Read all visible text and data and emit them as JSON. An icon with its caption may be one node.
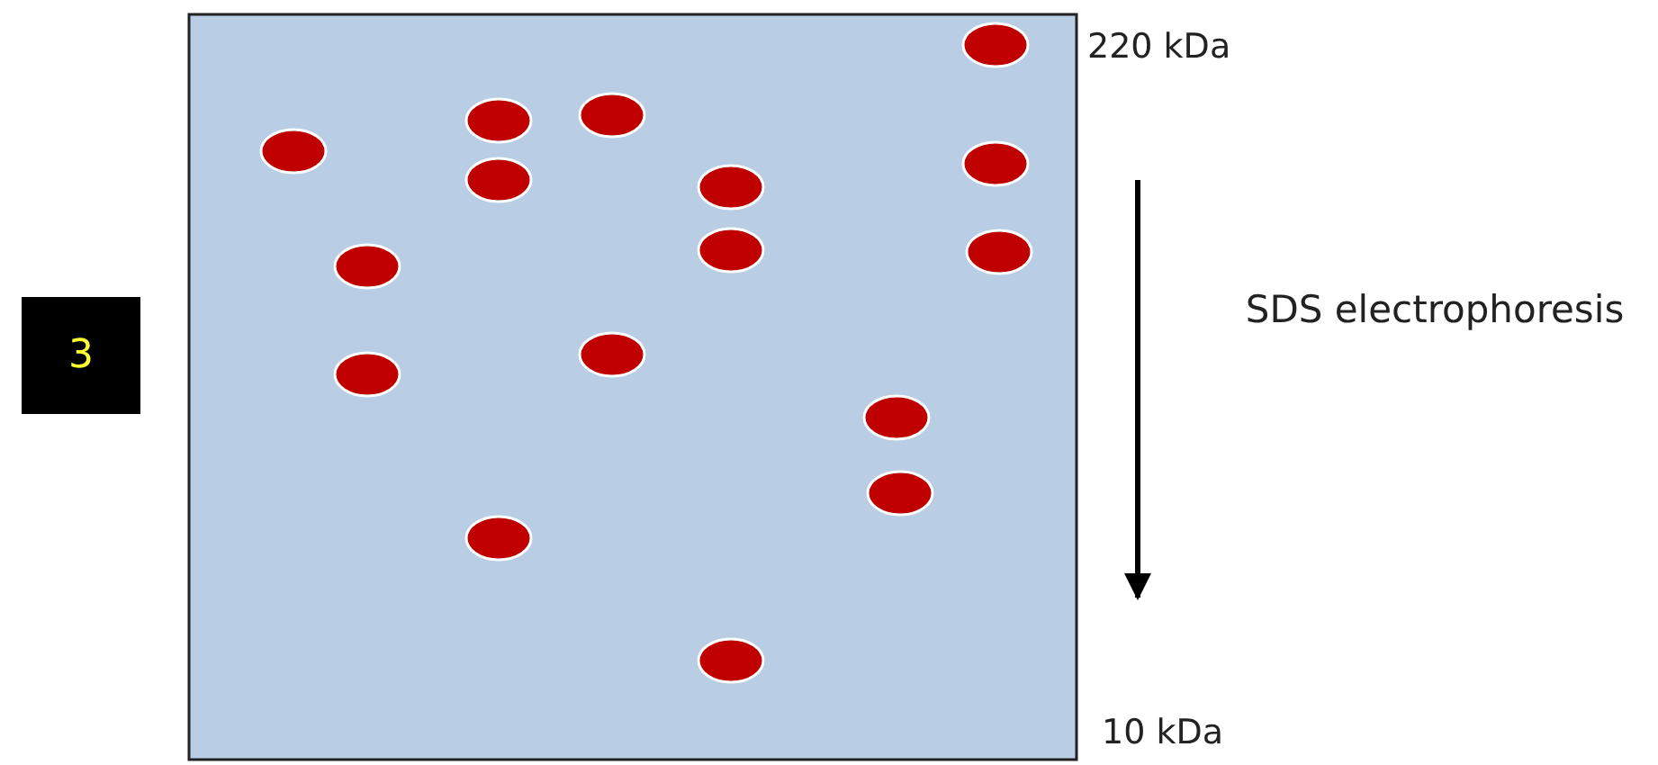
{
  "diagram": {
    "labels": [
      "220 kDa",
      "3",
      "SDS electrophoresis",
      "10 kDa"
    ]
  }
}
